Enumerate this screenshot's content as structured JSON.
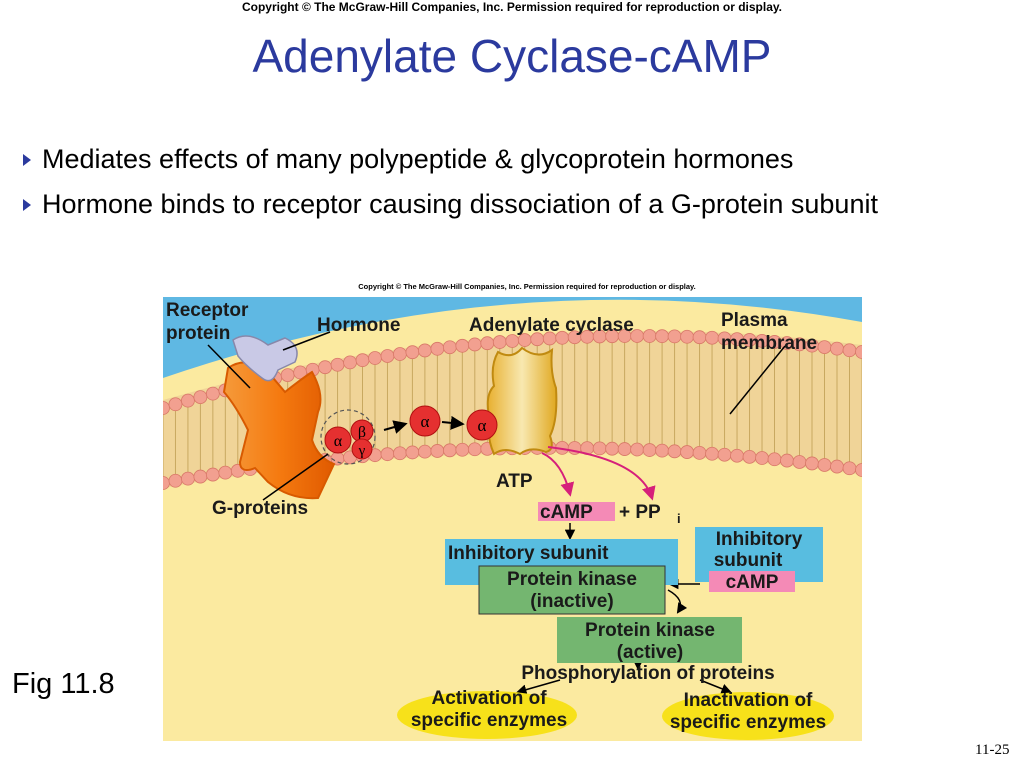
{
  "header": {
    "copyright": "Copyright © The McGraw-Hill Companies, Inc. Permission required for reproduction or display.",
    "title": "Adenylate Cyclase-cAMP"
  },
  "bullets": [
    "Mediates effects of many polypeptide & glycoprotein hormones",
    "Hormone binds to receptor causing dissociation of a G-protein subunit"
  ],
  "figure": {
    "copyright": "Copyright © The McGraw-Hill Companies, Inc. Permission required for reproduction or display.",
    "label": "Fig 11.8",
    "labels": {
      "receptor_line1": "Receptor",
      "receptor_line2": "protein",
      "hormone": "Hormone",
      "adenylate_cyclase": "Adenylate cyclase",
      "plasma_line1": "Plasma",
      "plasma_line2": "membrane",
      "g_proteins": "G-proteins",
      "atp": "ATP",
      "camp": "cAMP",
      "plus_ppi": "+ PP",
      "ppi_sub": "i",
      "inhibitory_subunit": "Inhibitory subunit",
      "pk_inactive_line1": "Protein kinase",
      "pk_inactive_line2": "(inactive)",
      "inhib_camp_line1": "Inhibitory",
      "inhib_camp_line2": "subunit",
      "inhib_camp_camp": "cAMP",
      "pk_active_line1": "Protein kinase",
      "pk_active_line2": "(active)",
      "phosphorylation": "Phosphorylation of proteins",
      "activation_line1": "Activation of",
      "activation_line2": "specific enzymes",
      "inactivation_line1": "Inactivation of",
      "inactivation_line2": "specific enzymes",
      "alpha": "α",
      "beta": "β",
      "gamma": "γ"
    },
    "colors": {
      "membrane_band": "#f0d498",
      "lipid_head": "#f2a090",
      "cytoplasm": "#fbeaa0",
      "extracellular": "#5fb8e3",
      "receptor": "#f07a10",
      "cyclase": "#eec040",
      "hormone": "#c9c9e6",
      "g_protein": "#e53030",
      "camp_box": "#f48ab6",
      "inhibitory_box": "#58bde0",
      "kinase_box": "#74b670",
      "enzyme_ellipse": "#f7e11a",
      "arrow": "#d6207a",
      "title_blue": "#2b3a9e"
    }
  },
  "footer": {
    "slide_number": "11-25"
  }
}
